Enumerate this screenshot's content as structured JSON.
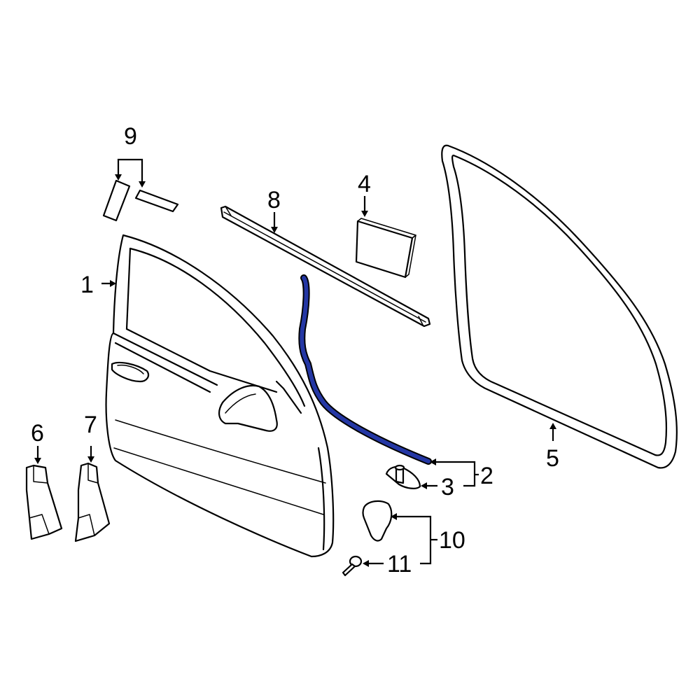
{
  "callouts": {
    "door": "1",
    "weatherstrip": "2",
    "weatherstrip_clip": "3",
    "pad": "4",
    "body_weatherstrip": "5",
    "trim_6": "6",
    "trim_7": "7",
    "belt_molding": "8",
    "tape": "9",
    "check_cover": "10",
    "screw": "11"
  },
  "colors": {
    "highlight": "#2437a4",
    "line": "#000000",
    "background": "#ffffff"
  }
}
